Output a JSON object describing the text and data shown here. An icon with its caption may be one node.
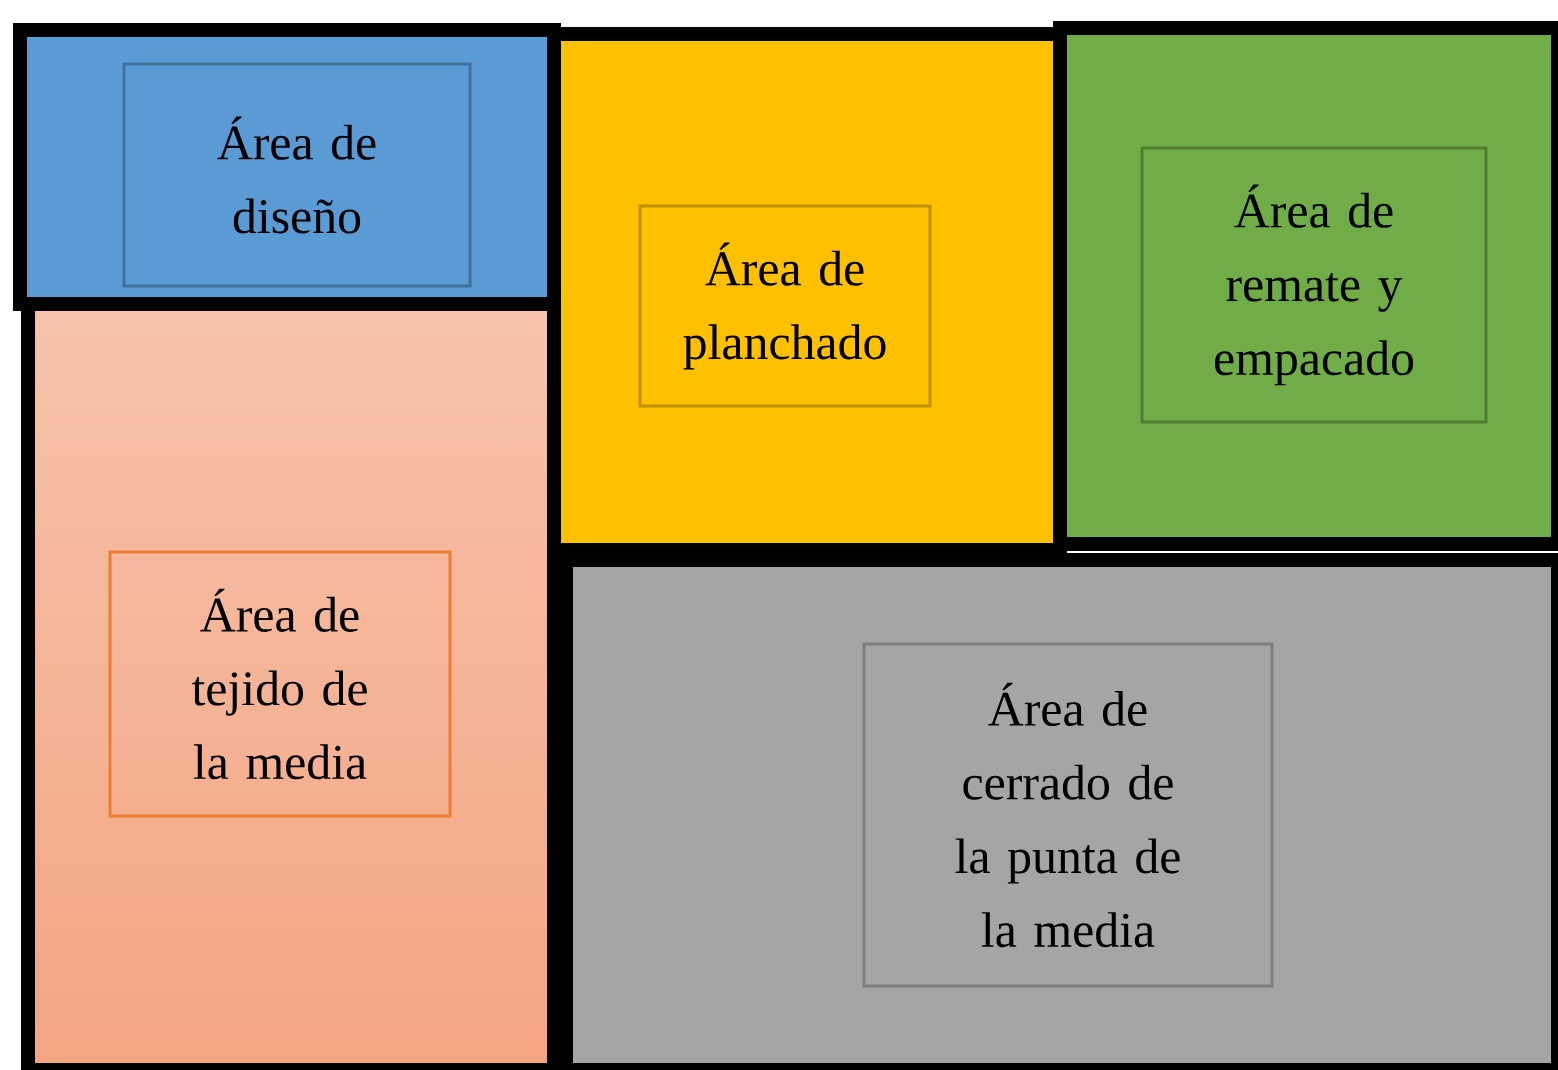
{
  "diagram": {
    "nodes": [
      {
        "text": [],
        "shape": "box"
      },
      {
        "text": [
          "Área de diseño"
        ],
        "in": 0
      },
      {
        "text": [],
        "shape": "box"
      },
      {
        "text": [
          "Área de planchado"
        ],
        "in": 2
      },
      {
        "text": [],
        "shape": "box"
      },
      {
        "text": [
          "Área de remate y empacado"
        ],
        "in": 4
      },
      {
        "text": [],
        "shape": "box"
      },
      {
        "text": [
          "Área de tejido de la media"
        ],
        "in": 6
      },
      {
        "text": [],
        "shape": "box"
      },
      {
        "text": [
          "Área de cerrado de la punta de la media"
        ],
        "in": 8
      }
    ]
  }
}
